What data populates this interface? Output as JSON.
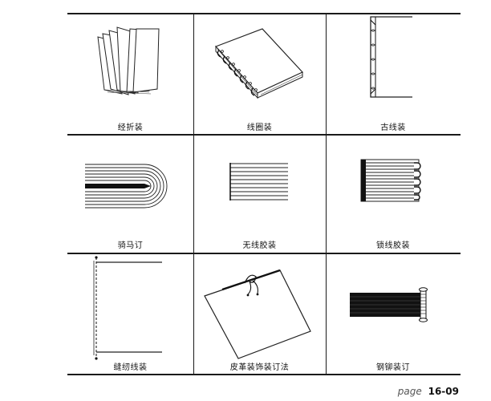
{
  "bindings": [
    {
      "id": "accordion",
      "label": "经折装"
    },
    {
      "id": "spiral",
      "label": "线圈装"
    },
    {
      "id": "stab-stitch",
      "label": "古线装"
    },
    {
      "id": "saddle-stitch",
      "label": "骑马订"
    },
    {
      "id": "perfect-binding",
      "label": "无线胶装"
    },
    {
      "id": "sewn-perfect-binding",
      "label": "锁线胶装"
    },
    {
      "id": "side-sewn",
      "label": "缝纫线装"
    },
    {
      "id": "leather-decorated",
      "label": "皮革装饰装订法"
    },
    {
      "id": "screw-post",
      "label": "钢铆装订"
    }
  ],
  "footer": {
    "page_word": "page",
    "page_number": "16-09"
  }
}
